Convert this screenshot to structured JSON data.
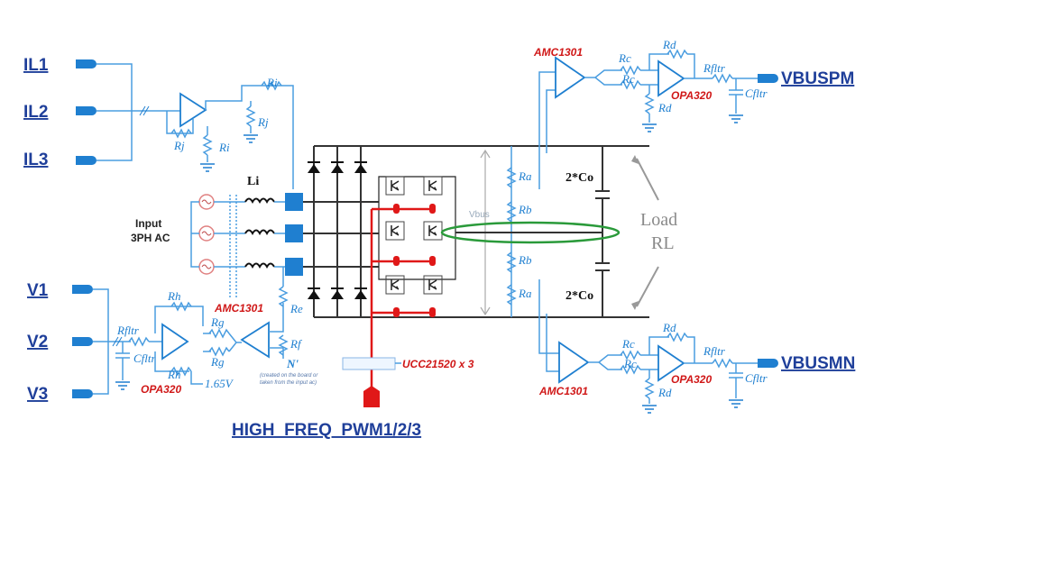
{
  "inputs": {
    "currents": [
      "IL1",
      "IL2",
      "IL3"
    ],
    "voltages": [
      "V1",
      "V2",
      "V3"
    ]
  },
  "outputs": {
    "positive": "VBUSPM",
    "negative": "VBUSMN",
    "pwm": "HIGH_FREQ_PWM1/2/3"
  },
  "components": {
    "ri": "Ri",
    "rj": "Rj",
    "rh": "Rh",
    "rg": "Rg",
    "re": "Re",
    "rf": "Rf",
    "rfltr": "Rfltr",
    "cfltr": "Cfltr",
    "ra": "Ra",
    "rb": "Rb",
    "rc": "Rc",
    "rd": "Rd",
    "li": "Li",
    "co": "2*Co",
    "vbus": "Vbus",
    "ref_voltage": "1.65V",
    "neutral": "N'"
  },
  "ics": {
    "isolated_amp": "AMC1301",
    "opamp": "OPA320",
    "driver": "UCC21520 x 3"
  },
  "labels": {
    "input_source_line1": "Input",
    "input_source_line2": "3PH AC",
    "load_line1": "Load",
    "load_line2": "RL",
    "neutral_note_line1": "(created on the board or",
    "neutral_note_line2": "taken from the input ac)"
  },
  "colors": {
    "wire": "#1f7fd0",
    "pwm": "#e01818",
    "label": "#1f3f9a",
    "highlight": "#2a9a3a"
  }
}
